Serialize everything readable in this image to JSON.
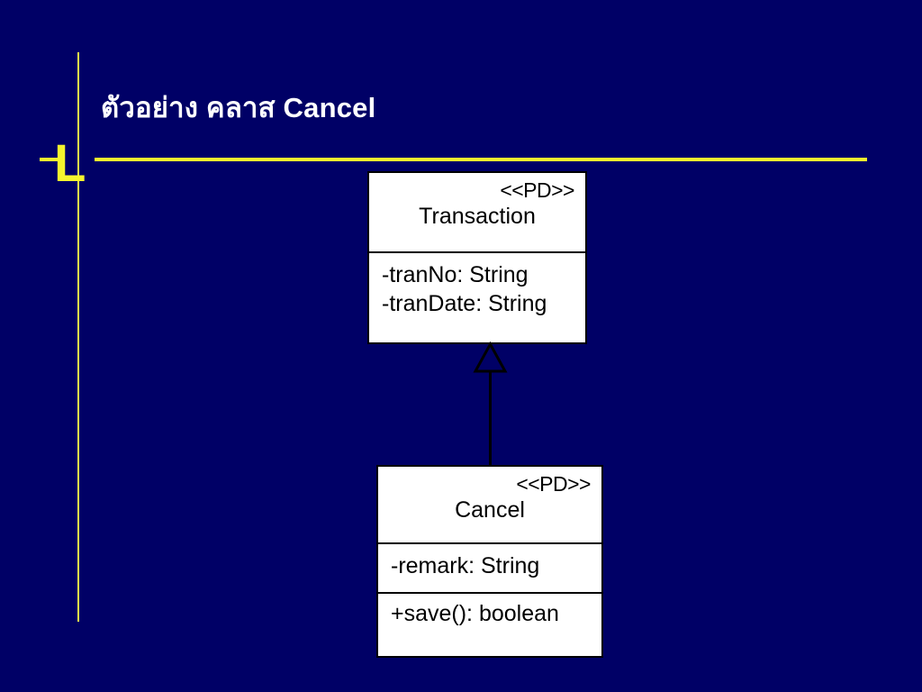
{
  "slide": {
    "title": "ตัวอย่าง คลาส Cancel",
    "bullet_glyph": "L",
    "background_color": "#000066",
    "accent_color": "#F5F52E",
    "title_color": "#FFFFFF"
  },
  "diagram": {
    "type": "uml-class-diagram",
    "classes": [
      {
        "id": "transaction",
        "stereotype": "<<PD>>",
        "name": "Transaction",
        "attributes": [
          "-tranNo: String",
          "-tranDate: String"
        ],
        "operations": []
      },
      {
        "id": "cancel",
        "stereotype": "<<PD>>",
        "name": "Cancel",
        "attributes": [
          "-remark: String"
        ],
        "operations": [
          "+save(): boolean"
        ]
      }
    ],
    "relationships": [
      {
        "kind": "generalization",
        "source": "Cancel",
        "target": "Transaction",
        "arrow": "hollow-triangle"
      }
    ]
  }
}
